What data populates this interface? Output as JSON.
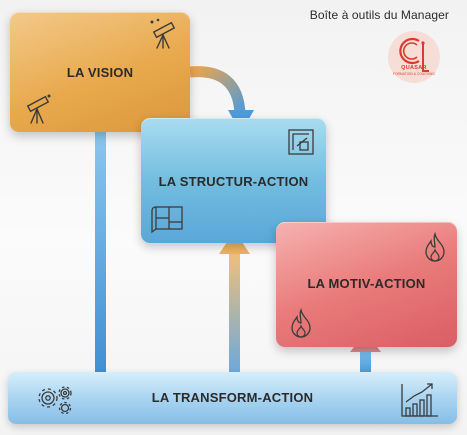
{
  "header": {
    "title": "Boîte à outils du Manager"
  },
  "logo": {
    "name": "QUASAR",
    "subtitle": "FORMATION & COACHING"
  },
  "boxes": {
    "vision": {
      "label": "LA VISION",
      "icon": "telescope-icon",
      "color": "#e8a94d"
    },
    "structur": {
      "label": "LA STRUCTUR-ACTION",
      "icon": "blueprint-icon",
      "color": "#73bde0"
    },
    "motiv": {
      "label": "LA MOTIV-ACTION",
      "icon": "flame-icon",
      "color": "#e97b7a"
    },
    "transform": {
      "label": "LA TRANSFORM-ACTION",
      "icon": "gears-icon",
      "color": "#a6d2f0"
    }
  },
  "arrows": [
    {
      "from": "transform",
      "to": "vision"
    },
    {
      "from": "transform",
      "to": "structur"
    },
    {
      "from": "transform",
      "to": "motiv"
    },
    {
      "from": "vision",
      "to": "structur"
    }
  ]
}
